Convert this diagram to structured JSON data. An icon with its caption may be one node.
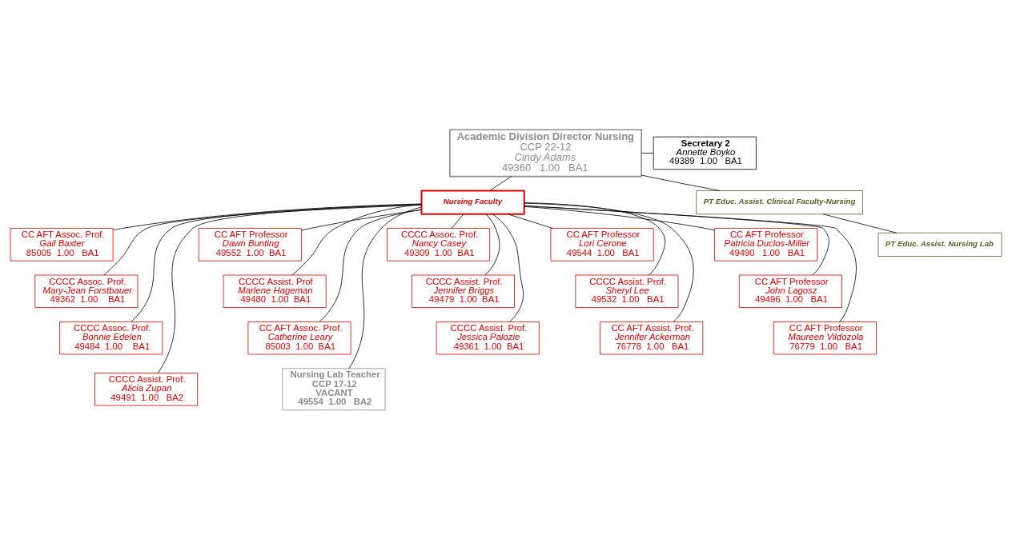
{
  "diagram": {
    "nodes": [
      {
        "text": [
          "Academic Division Director Nursing",
          "CCP 22-12",
          "Cindy Adams",
          "49360   1.00   BA1"
        ]
      },
      {
        "text": [
          "Secretary 2",
          "Annette Boyko",
          "49389  1.00   BA1"
        ]
      },
      {
        "text": [
          "Nursing Faculty"
        ]
      },
      {
        "text": [
          "PT Educ. Assist. Clinical Faculty-Nursing"
        ]
      },
      {
        "text": [
          "PT Educ. Assist. Nursing Lab"
        ]
      },
      {
        "text": [
          "CC AFT Assoc. Prof.",
          "Gail Baxter",
          "85005  1.00   BA1"
        ]
      },
      {
        "text": [
          "CCCC Assoc. Prof.",
          "Mary-Jean Forstbauer",
          "49362  1.00    BA1"
        ]
      },
      {
        "text": [
          "CCCC Assoc. Prof.",
          "Bonnie Edelen",
          "49484  1.00    BA1"
        ]
      },
      {
        "text": [
          "CCCC Assist. Prof.",
          "Alicia Zupan",
          "49491  1.00   BA2"
        ]
      },
      {
        "text": [
          "CC AFT Professor",
          "Dawn Bunting",
          "49552  1.00  BA1"
        ]
      },
      {
        "text": [
          "CCCC Assist. Prof",
          "Marlene Hageman",
          "49480  1.00  BA1"
        ]
      },
      {
        "text": [
          "CC AFT Assoc. Prof.",
          "Catherine Leary",
          "85003  1.00  BA1"
        ]
      },
      {
        "text": [
          "Nursing Lab Teacher",
          "CCP 17-12",
          "VACANT",
          "49554  1.00   BA2"
        ]
      },
      {
        "text": [
          "CCCC Assoc. Prof.",
          "Nancy Casey",
          "49309  1.00  BA1"
        ]
      },
      {
        "text": [
          "CCCC Assist. Prof.",
          "Jennifer Briggs",
          "49479  1.00  BA1"
        ]
      },
      {
        "text": [
          "CCCC Assist. Prof.",
          "Jessica Palozie",
          "49361  1.00  BA1"
        ]
      },
      {
        "text": [
          "CC AFT Professor",
          "Lori Cerone",
          "49544  1.00   BA1"
        ]
      },
      {
        "text": [
          "CCCC Assist. Prof.",
          "Sheryl Lee",
          "49532  1.00   BA1"
        ]
      },
      {
        "text": [
          "CC AFT Assist. Prof.",
          "Jennifer Ackerman",
          "76778  1.00   BA1"
        ]
      },
      {
        "text": [
          "CC AFT Professor",
          "Patricia Duclos-Miller",
          "49490   1.00   BA1"
        ]
      },
      {
        "text": [
          "CC AFT Professor",
          "John Lagosz",
          "49496  1.00   BA1"
        ]
      },
      {
        "text": [
          "CC AFT Professor",
          "Maureen Vildozola",
          "76779  1.00   BA1"
        ]
      }
    ],
    "edges": [
      {
        "from": 0,
        "to": 1,
        "arrow": "none"
      },
      {
        "from": 0,
        "to": 2,
        "arrow": "none"
      },
      {
        "from": 0,
        "to": 3,
        "arrow": "none"
      },
      {
        "from": 3,
        "to": 4,
        "arrow": "none"
      },
      {
        "from": 2,
        "to": 5,
        "arrow": "none"
      },
      {
        "from": 2,
        "to": 6,
        "arrow": "none"
      },
      {
        "from": 2,
        "to": 7,
        "arrow": "none"
      },
      {
        "from": 2,
        "to": 8,
        "arrow": "none"
      },
      {
        "from": 2,
        "to": 9,
        "arrow": "none"
      },
      {
        "from": 2,
        "to": 10,
        "arrow": "none"
      },
      {
        "from": 2,
        "to": 11,
        "arrow": "none"
      },
      {
        "from": 2,
        "to": 12,
        "arrow": "none"
      },
      {
        "from": 2,
        "to": 13,
        "arrow": "none"
      },
      {
        "from": 2,
        "to": 14,
        "arrow": "none"
      },
      {
        "from": 2,
        "to": 15,
        "arrow": "none"
      },
      {
        "from": 2,
        "to": 16,
        "arrow": "none"
      },
      {
        "from": 2,
        "to": 17,
        "arrow": "none"
      },
      {
        "from": 2,
        "to": 18,
        "arrow": "none"
      },
      {
        "from": 2,
        "to": 19,
        "arrow": "none"
      },
      {
        "from": 2,
        "to": 20,
        "arrow": "none"
      },
      {
        "from": 2,
        "to": 21,
        "arrow": "none"
      }
    ]
  }
}
